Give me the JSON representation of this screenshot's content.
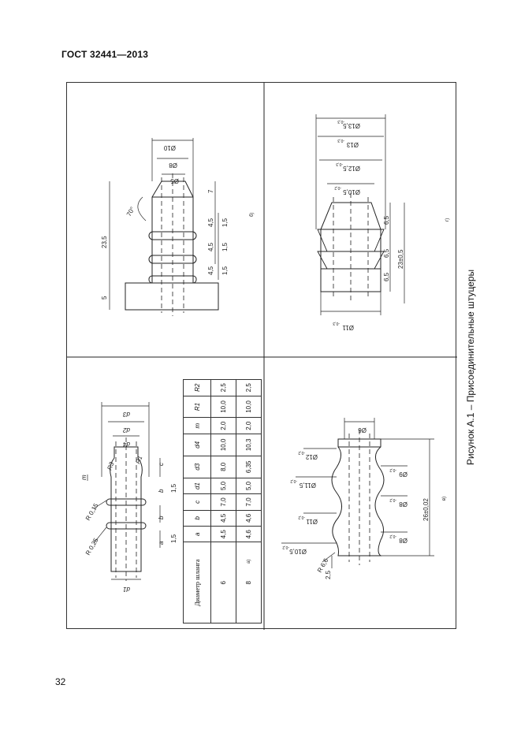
{
  "header": {
    "standard": "ГОСТ 32441—2013"
  },
  "page_number": "32",
  "caption": "Рисунок А.1 – Присоединительные штуцеры",
  "panel_a": {
    "label": "а)",
    "dims": {
      "d3": "d3",
      "d2": "d2",
      "d4": "d4",
      "c": "c",
      "m": "m",
      "r3": "R3",
      "r1": "R1",
      "r015": "R 0,15",
      "r025": "R 0,25",
      "b_top": "b",
      "b_bottom": "b",
      "a": "a",
      "d1": "d1",
      "v15": "1,5",
      "v15b": "1,5"
    }
  },
  "table": {
    "headers": [
      "Диаметр шланга",
      "a",
      "b",
      "c",
      "d1",
      "d3",
      "d4",
      "m",
      "R1",
      "R2"
    ],
    "rows": [
      [
        "6",
        "4,5",
        "4,5",
        "7,0",
        "5,0",
        "8,0",
        "10,0",
        "2,0",
        "10,0",
        "2,5"
      ],
      [
        "8",
        "4,6",
        "4,6",
        "7,0",
        "5,0",
        "6,35",
        "10,3",
        "2,0",
        "10,0",
        "2,5"
      ]
    ]
  },
  "panel_b": {
    "label": "б)",
    "dims": {
      "d10": "Ø10",
      "d8": "Ø8",
      "d5": "Ø5",
      "h235": "23,5",
      "ang": "70°",
      "h7": "7",
      "h45a": "4,5",
      "h45b": "4,5",
      "h45c": "4,5",
      "h15a": "1,5",
      "h15b": "1,5",
      "h15c": "1,5",
      "h5": "5"
    }
  },
  "panel_c": {
    "label": "в)",
    "dims": {
      "d6": "Ø6",
      "d12": "Ø12",
      "d9": "Ø9",
      "d115": "Ø11,5",
      "d8a": "Ø8",
      "d11": "Ø11",
      "d8b": "Ø8",
      "d105": "Ø10,5",
      "r66": "R 6,6",
      "h25": "2,5",
      "h26": "26±0,02",
      "t12": "-0,2",
      "t9": "-0,2",
      "t115": "-0,2",
      "t8a": "-0,2",
      "t11": "-0,2",
      "t8b": "-0,2",
      "t105": "-0,2"
    }
  },
  "panel_d": {
    "label": "г)",
    "dims": {
      "d135": "Ø13,5",
      "d13": "Ø13",
      "d125": "Ø12,5",
      "d105": "Ø10,5",
      "d11": "Ø11",
      "t135": "-0,3",
      "t13": "-0,3",
      "t125": "-0,3",
      "t105": "-0,2",
      "t11": "-0,3",
      "h65a": "6,5",
      "h65b": "6,5",
      "h65c": "6,5",
      "h23": "23±0,5"
    }
  }
}
